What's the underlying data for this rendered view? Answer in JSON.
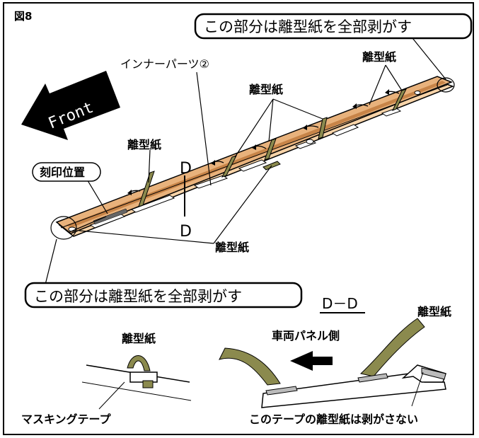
{
  "figure_label": "図8",
  "callout_top": "この部分は離型紙を全部剥がす",
  "callout_bottom": "この部分は離型紙を全部剥がす",
  "front_label": "Front",
  "inner_parts": "インナーパーツ②",
  "release_paper": "離型紙",
  "stamp_position": "刻印位置",
  "section_mark": "D",
  "section_title": "D－D",
  "vehicle_panel_side": "車両パネル側",
  "masking_tape": "マスキングテープ",
  "note_bottom": "このテープの離型紙は剥がさない",
  "colors": {
    "tape": "#8b8a4e",
    "strip": "#e8b27c",
    "strip_edge": "#c78448",
    "line": "#000000"
  }
}
